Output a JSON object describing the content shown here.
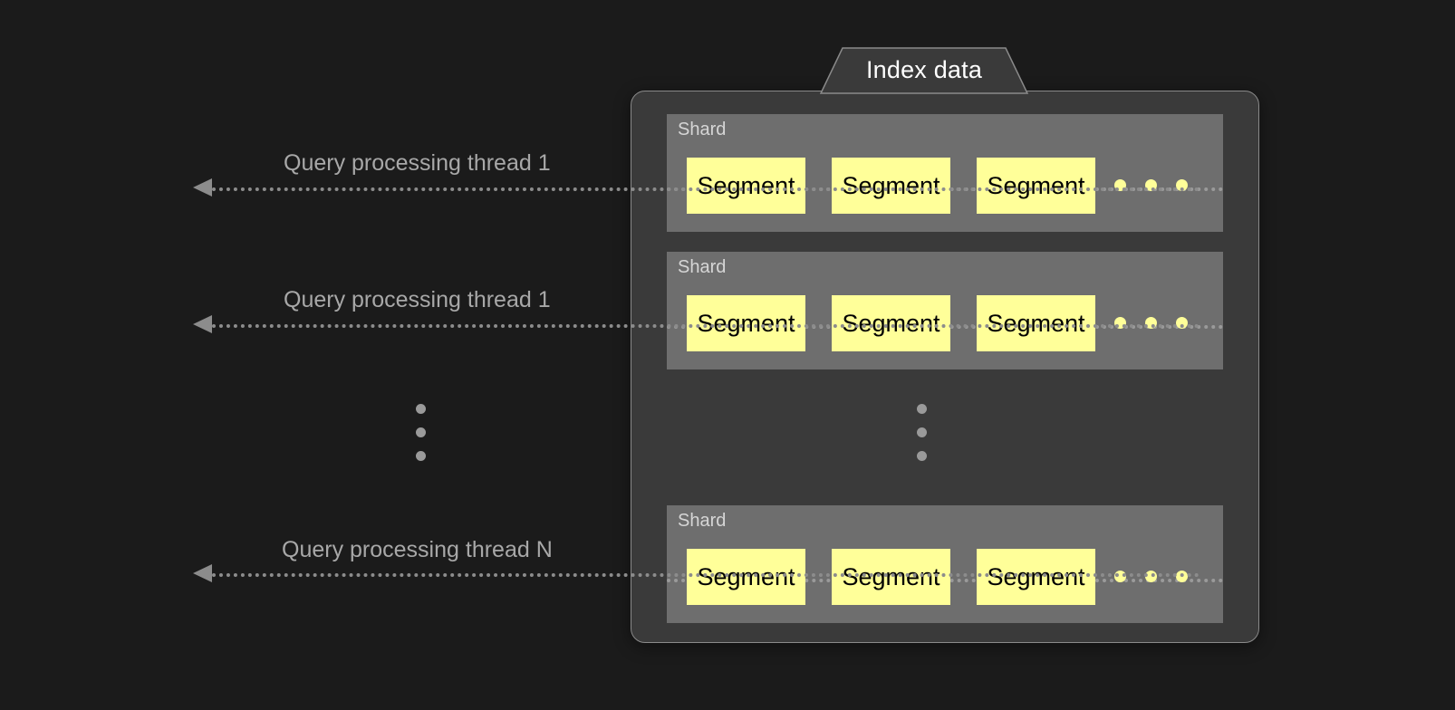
{
  "diagram": {
    "title": "Index data",
    "background_color": "#1b1b1b",
    "accent_color": "#ffff99",
    "container_color": "#3a3a3a",
    "shard_color": "#6e6e6e"
  },
  "index": {
    "tab_label": "Index data",
    "shards": [
      {
        "label": "Shard",
        "segments": [
          "Segment",
          "Segment",
          "Segment"
        ],
        "continuation": "..."
      },
      {
        "label": "Shard",
        "segments": [
          "Segment",
          "Segment",
          "Segment"
        ],
        "continuation": "..."
      },
      {
        "label": "Shard",
        "segments": [
          "Segment",
          "Segment",
          "Segment"
        ],
        "continuation": "..."
      }
    ],
    "shard_ellipsis": "vertical-ellipsis"
  },
  "threads": [
    {
      "label": "Query processing thread 1"
    },
    {
      "label": "Query processing thread 1"
    },
    {
      "label": "Query processing thread N"
    }
  ],
  "thread_ellipsis": "vertical-ellipsis"
}
